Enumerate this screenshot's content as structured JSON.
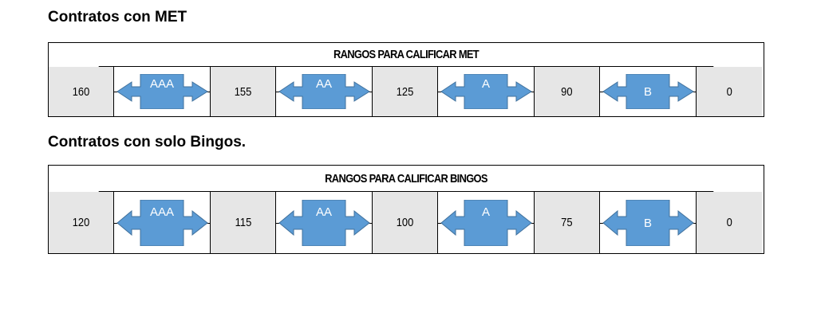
{
  "colors": {
    "arrow_fill": "#5b9bd5",
    "arrow_stroke": "#41719c",
    "value_cell_bg": "#e6e6e6",
    "arrow_label": "#ffffff"
  },
  "met": {
    "heading": "Contratos con MET",
    "title": "RANGOS PARA CALIFICAR MET",
    "values": [
      "160",
      "155",
      "125",
      "90",
      "0"
    ],
    "grades": [
      "AAA",
      "AA",
      "A",
      "B"
    ]
  },
  "bingos": {
    "heading": "Contratos con solo Bingos.",
    "title": "RANGOS PARA CALIFICAR BINGOS",
    "values": [
      "120",
      "115",
      "100",
      "75",
      "0"
    ],
    "grades": [
      "AAA",
      "AA",
      "A",
      "B"
    ]
  }
}
